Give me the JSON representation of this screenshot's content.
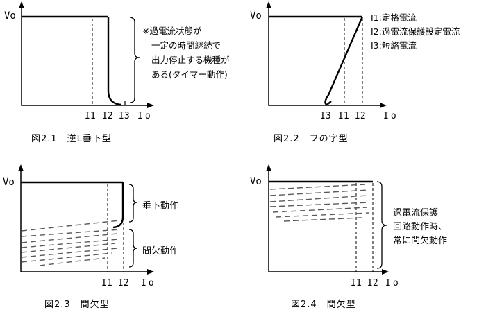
{
  "page": {
    "background": "#ffffff",
    "line_color": "#000000",
    "dash_color": "#595959"
  },
  "figures": {
    "fig1": {
      "caption": "図2.1　逆L垂下型",
      "y_label": "Vo",
      "x_label": "Io",
      "ticks": [
        "I1",
        "I2",
        "I3"
      ],
      "note": [
        "※過電流状態が",
        "一定の時間継続で",
        "出力停止する機種が",
        "ある(タイマー動作)"
      ]
    },
    "fig2": {
      "caption": "図2.2　フの字型",
      "y_label": "Vo",
      "x_label": "Io",
      "ticks": [
        "I3",
        "I1",
        "I2"
      ],
      "legend": [
        "I1:定格電流",
        "I2:過電流保護設定電流",
        "I3:短絡電流"
      ]
    },
    "fig3": {
      "caption": "図2.3　間欠型",
      "y_label": "Vo",
      "x_label": "Io",
      "ticks": [
        "I1",
        "I2"
      ],
      "brace_labels": [
        "垂下動作",
        "間欠動作"
      ]
    },
    "fig4": {
      "caption": "図2.4　間欠型",
      "y_label": "Vo",
      "x_label": "Io",
      "ticks": [
        "I1",
        "I2"
      ],
      "note": [
        "過電流保護",
        "回路動作時、",
        "常に間欠動作"
      ]
    }
  }
}
